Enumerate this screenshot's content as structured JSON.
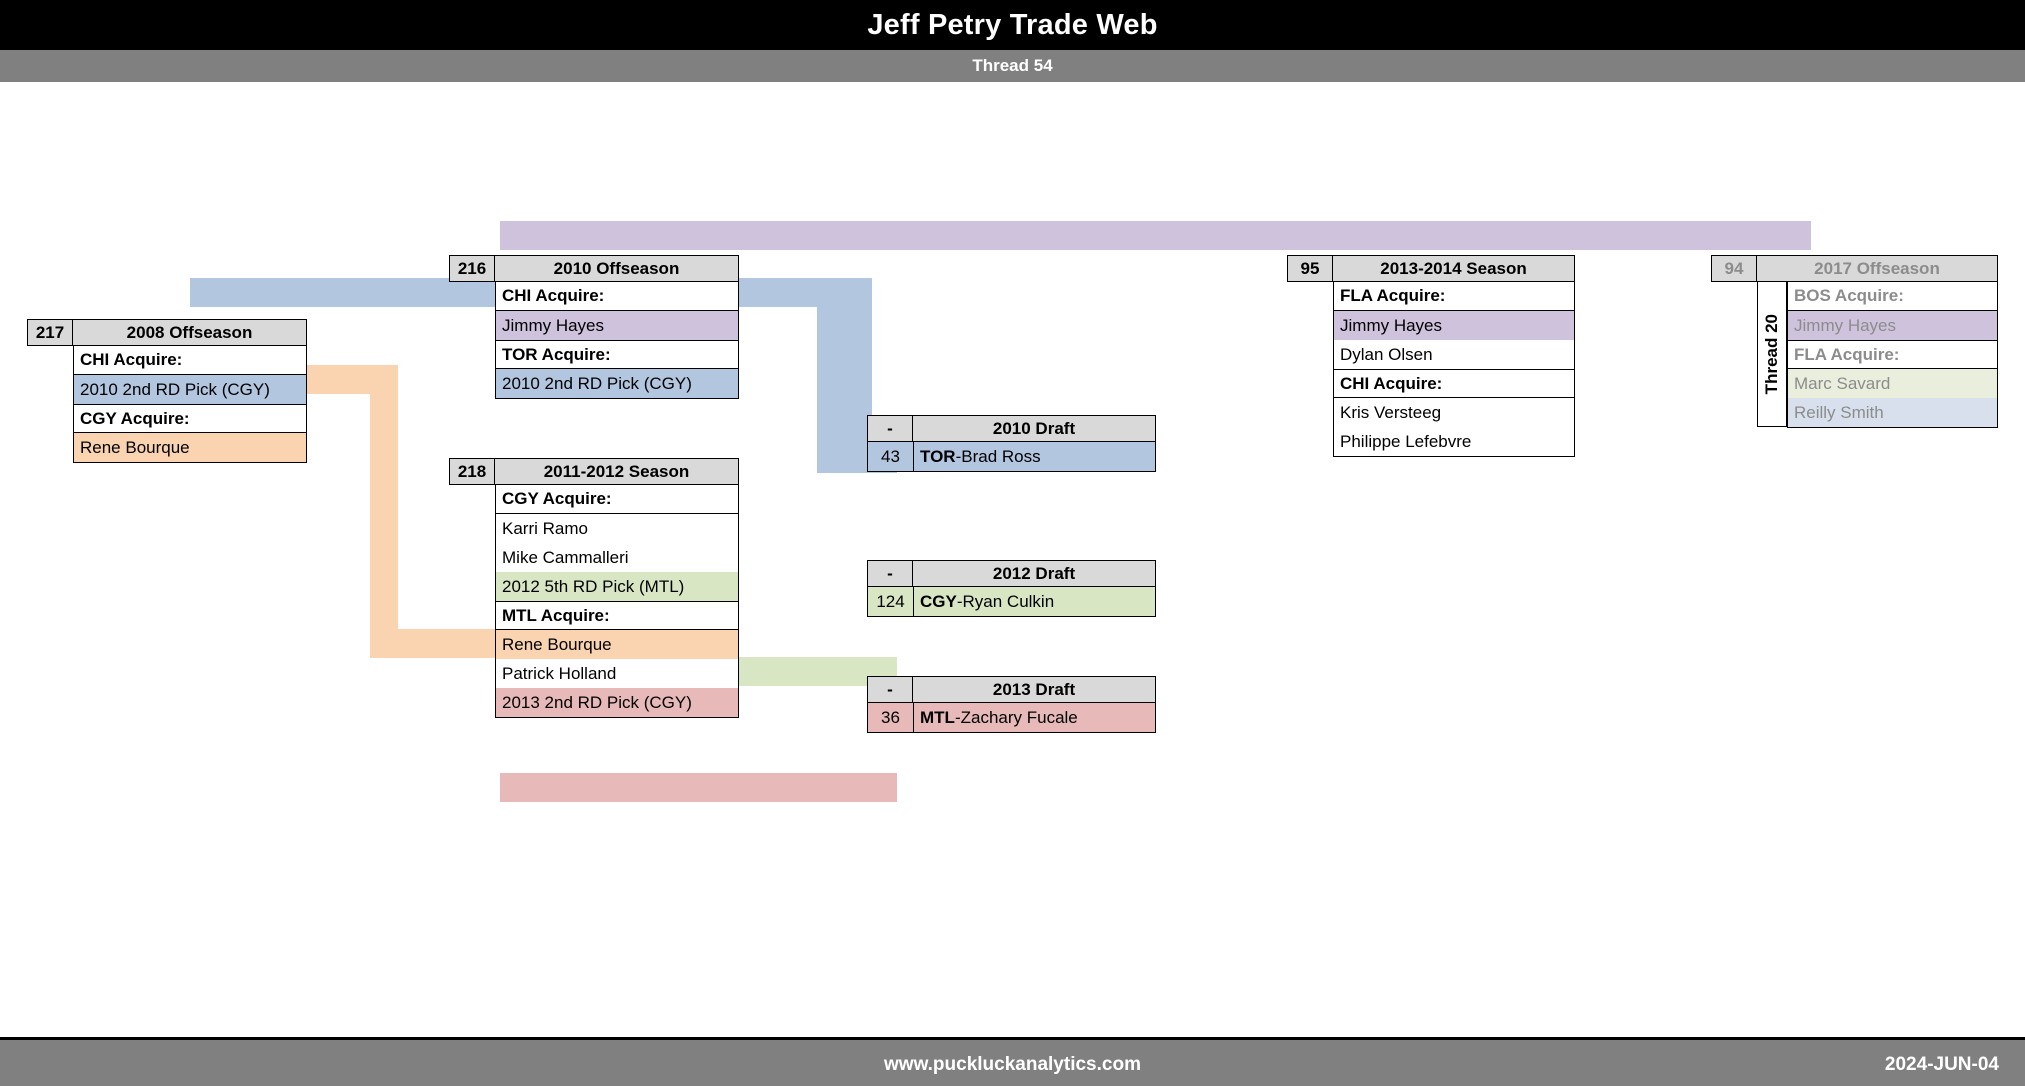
{
  "header": {
    "title": "Jeff Petry Trade Web",
    "subtitle": "Thread 54"
  },
  "footer": {
    "site": "www.puckluckanalytics.com",
    "date": "2024-JUN-04"
  },
  "colors": {
    "header_bg": "#000000",
    "subheader_bg": "#808080",
    "box_header_bg": "#d9d9d9",
    "ribbon_blue": "#b3c6e0",
    "ribbon_orange": "#fad3b0",
    "ribbon_purple": "#cfc2dd",
    "ribbon_green": "#d9e6c3",
    "ribbon_red": "#e8b9b9",
    "faded_text": "#8c8c8c"
  },
  "boxes": [
    {
      "id": "217",
      "title": "2008 Offseason",
      "rows": [
        {
          "text": "CHI Acquire:",
          "kind": "header",
          "fill": "none"
        },
        {
          "text": "2010 2nd RD Pick (CGY)",
          "kind": "item",
          "fill": "blue"
        },
        {
          "text": "CGY Acquire:",
          "kind": "header",
          "fill": "none",
          "grouptop": true
        },
        {
          "text": "Rene Bourque",
          "kind": "item",
          "fill": "orange"
        }
      ]
    },
    {
      "id": "216",
      "title": "2010 Offseason",
      "rows": [
        {
          "text": "CHI Acquire:",
          "kind": "header",
          "fill": "none"
        },
        {
          "text": "Jimmy Hayes",
          "kind": "item",
          "fill": "purple"
        },
        {
          "text": "TOR Acquire:",
          "kind": "header",
          "fill": "none",
          "grouptop": true
        },
        {
          "text": "2010 2nd RD Pick (CGY)",
          "kind": "item",
          "fill": "blue"
        }
      ]
    },
    {
      "id": "218",
      "title": "2011-2012 Season",
      "rows": [
        {
          "text": "CGY Acquire:",
          "kind": "header",
          "fill": "none"
        },
        {
          "text": "Karri Ramo",
          "kind": "item",
          "fill": "none"
        },
        {
          "text": "Mike Cammalleri",
          "kind": "item",
          "fill": "none"
        },
        {
          "text": "2012 5th RD Pick (MTL)",
          "kind": "item",
          "fill": "green"
        },
        {
          "text": "MTL Acquire:",
          "kind": "header",
          "fill": "none",
          "grouptop": true
        },
        {
          "text": "Rene Bourque",
          "kind": "item",
          "fill": "orange"
        },
        {
          "text": "Patrick Holland",
          "kind": "item",
          "fill": "none"
        },
        {
          "text": "2013 2nd RD Pick (CGY)",
          "kind": "item",
          "fill": "red"
        }
      ]
    },
    {
      "id": "95",
      "title": "2013-2014 Season",
      "rows": [
        {
          "text": "FLA Acquire:",
          "kind": "header",
          "fill": "none"
        },
        {
          "text": "Jimmy Hayes",
          "kind": "item",
          "fill": "purple"
        },
        {
          "text": "Dylan Olsen",
          "kind": "item",
          "fill": "none"
        },
        {
          "text": "CHI Acquire:",
          "kind": "header",
          "fill": "none",
          "grouptop": true
        },
        {
          "text": "Kris Versteeg",
          "kind": "item",
          "fill": "none"
        },
        {
          "text": "Philippe Lefebvre",
          "kind": "item",
          "fill": "none"
        }
      ]
    },
    {
      "id": "94",
      "title": "2017 Offseason",
      "thread_label": "Thread 20",
      "faded": true,
      "rows": [
        {
          "text": "BOS Acquire:",
          "kind": "header",
          "fill": "none"
        },
        {
          "text": "Jimmy Hayes",
          "kind": "item",
          "fill": "purple"
        },
        {
          "text": "FLA Acquire:",
          "kind": "header",
          "fill": "none",
          "grouptop": true
        },
        {
          "text": "Marc Savard",
          "kind": "item",
          "fill": "green-faded"
        },
        {
          "text": "Reilly Smith",
          "kind": "item",
          "fill": "blue-faded"
        }
      ]
    }
  ],
  "drafts": [
    {
      "id": "-",
      "title": "2010 Draft",
      "picks": [
        {
          "no": "43",
          "team": "TOR",
          "sep": " - ",
          "player": "Brad Ross",
          "fill": "blue"
        }
      ]
    },
    {
      "id": "-",
      "title": "2012 Draft",
      "picks": [
        {
          "no": "124",
          "team": "CGY",
          "sep": " - ",
          "player": "Ryan Culkin",
          "fill": "green"
        }
      ]
    },
    {
      "id": "-",
      "title": "2013 Draft",
      "picks": [
        {
          "no": "36",
          "team": "MTL",
          "sep": " - ",
          "player": "Zachary Fucale",
          "fill": "red"
        }
      ]
    }
  ]
}
